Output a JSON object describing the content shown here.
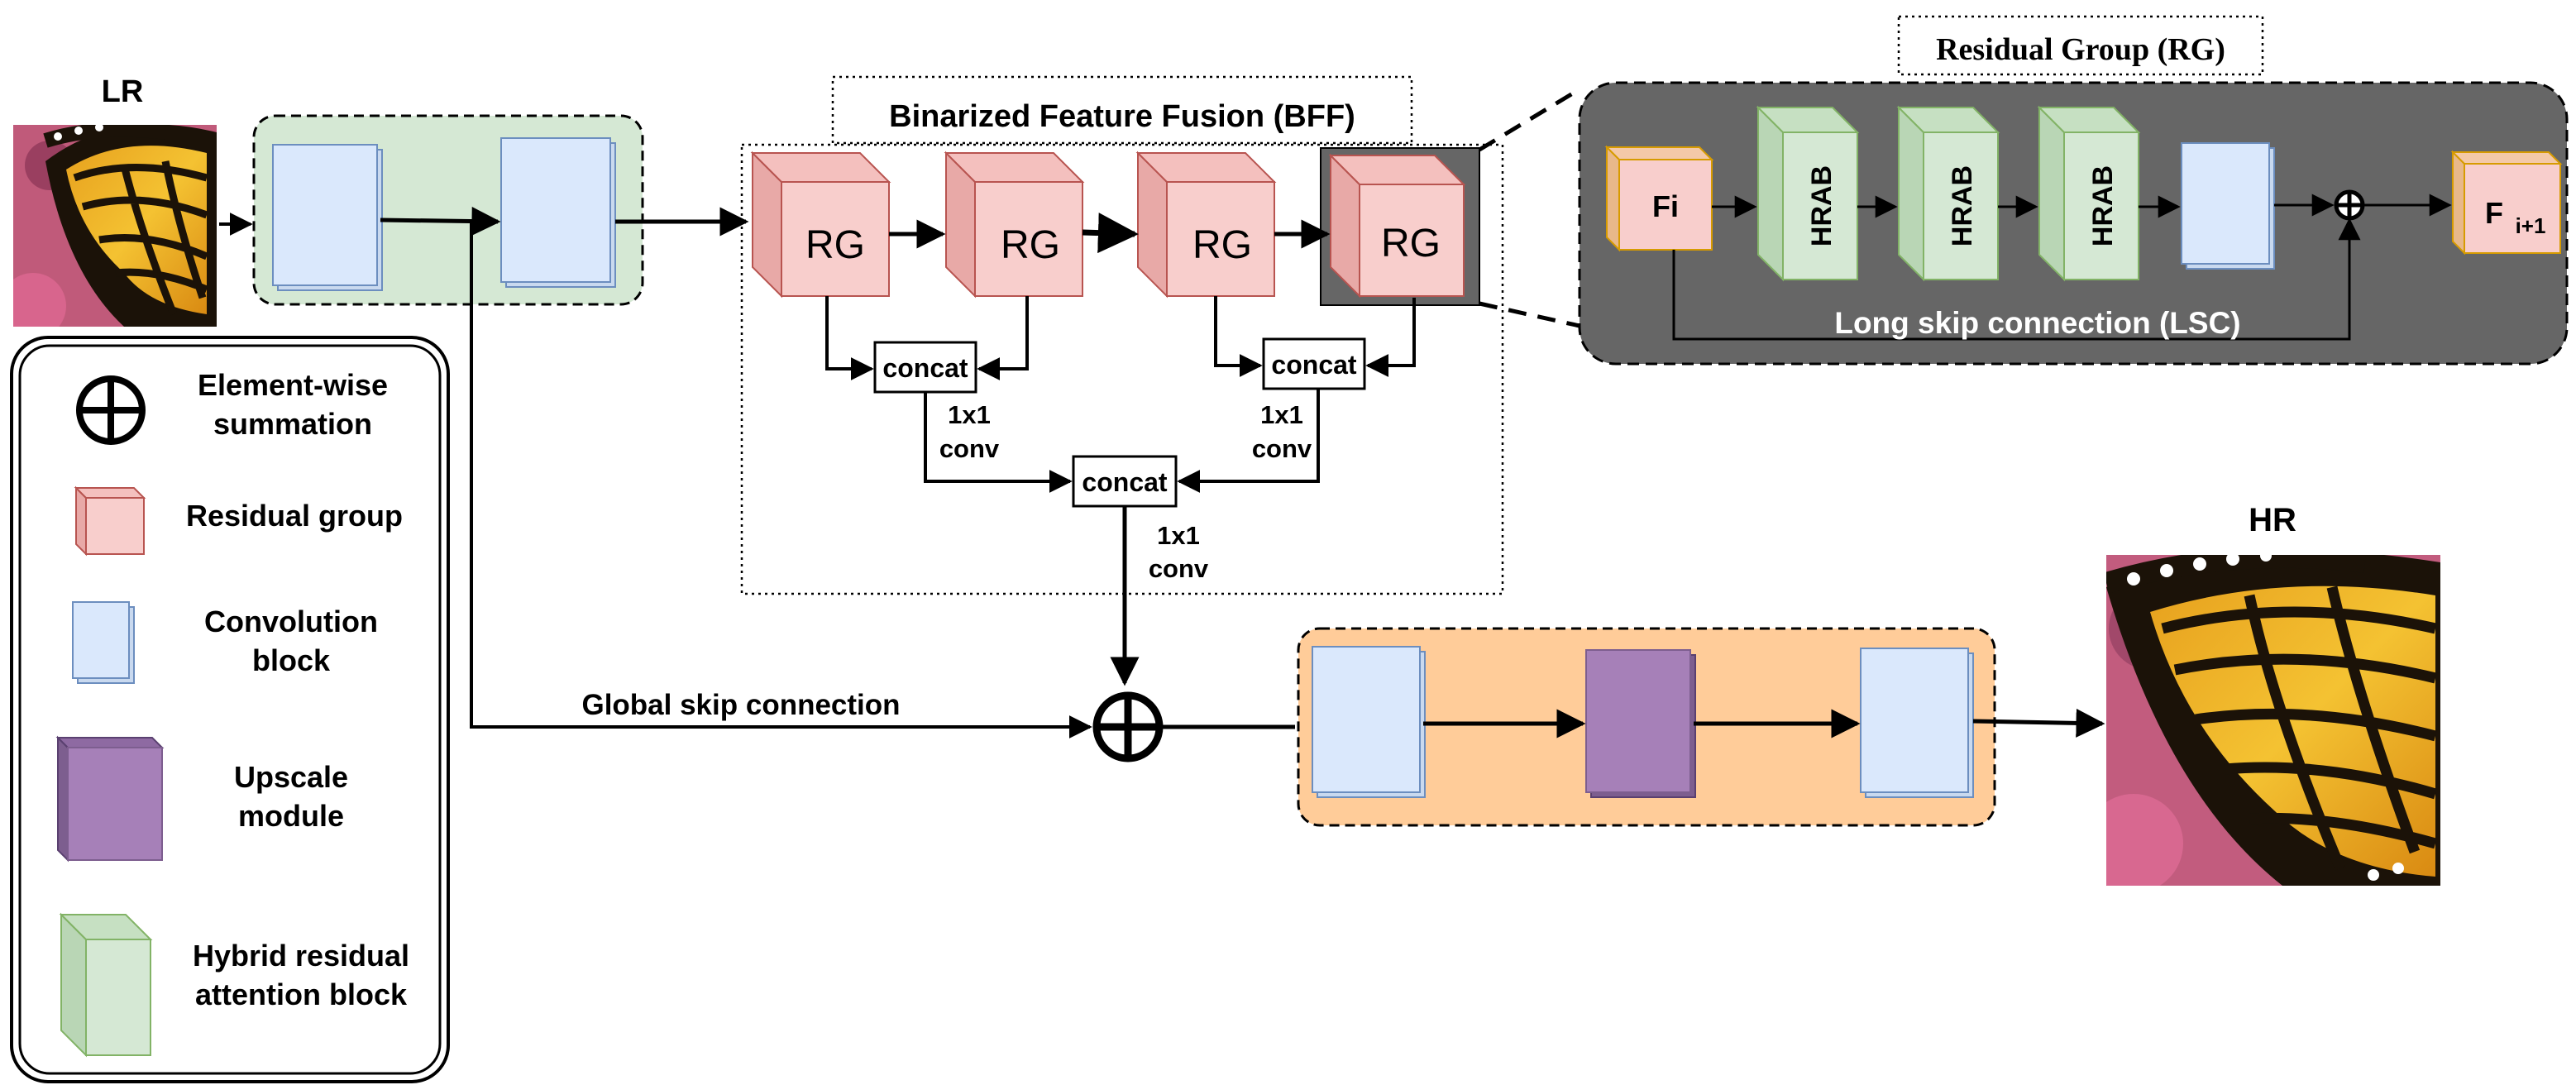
{
  "inputs": {
    "lr_label": "LR",
    "hr_label": "HR"
  },
  "bff": {
    "title": "Binarized Feature Fusion (BFF)",
    "rg_labels": [
      "RG",
      "RG",
      "RG",
      "RG"
    ],
    "concat_labels": [
      "concat",
      "concat",
      "concat"
    ],
    "conv_labels": [
      [
        "1x1",
        "conv"
      ],
      [
        "1x1",
        "conv"
      ],
      [
        "1x1",
        "conv"
      ]
    ]
  },
  "residual_group": {
    "title": "Residual Group (RG)",
    "input_label": "Fi",
    "hrab_labels": [
      "HRAB",
      "HRAB",
      "HRAB"
    ],
    "output_label_main": "F",
    "output_label_sub": "i+1",
    "skip_label": "Long skip connection (LSC)"
  },
  "global_skip_label": "Global skip connection",
  "legend": {
    "items": [
      {
        "lines": [
          "Element-wise",
          "summation"
        ],
        "icon": "plus-circle-icon"
      },
      {
        "lines": [
          "Residual group"
        ],
        "icon": "pink-cube-icon"
      },
      {
        "lines": [
          "Convolution",
          "block"
        ],
        "icon": "blue-block-icon"
      },
      {
        "lines": [
          "Upscale",
          "module"
        ],
        "icon": "purple-block-icon"
      },
      {
        "lines": [
          "Hybrid residual",
          "attention block"
        ],
        "icon": "green-block-icon"
      }
    ]
  },
  "colors": {
    "pink": "#f8cecc",
    "pink_stroke": "#b85450",
    "blue": "#dae8fc",
    "blue_stroke": "#6c8ebf",
    "green": "#d5e8d4",
    "green_stroke": "#82b366",
    "purple": "#a680b8",
    "orange": "#ffcc99",
    "dark_gray": "#666666"
  }
}
